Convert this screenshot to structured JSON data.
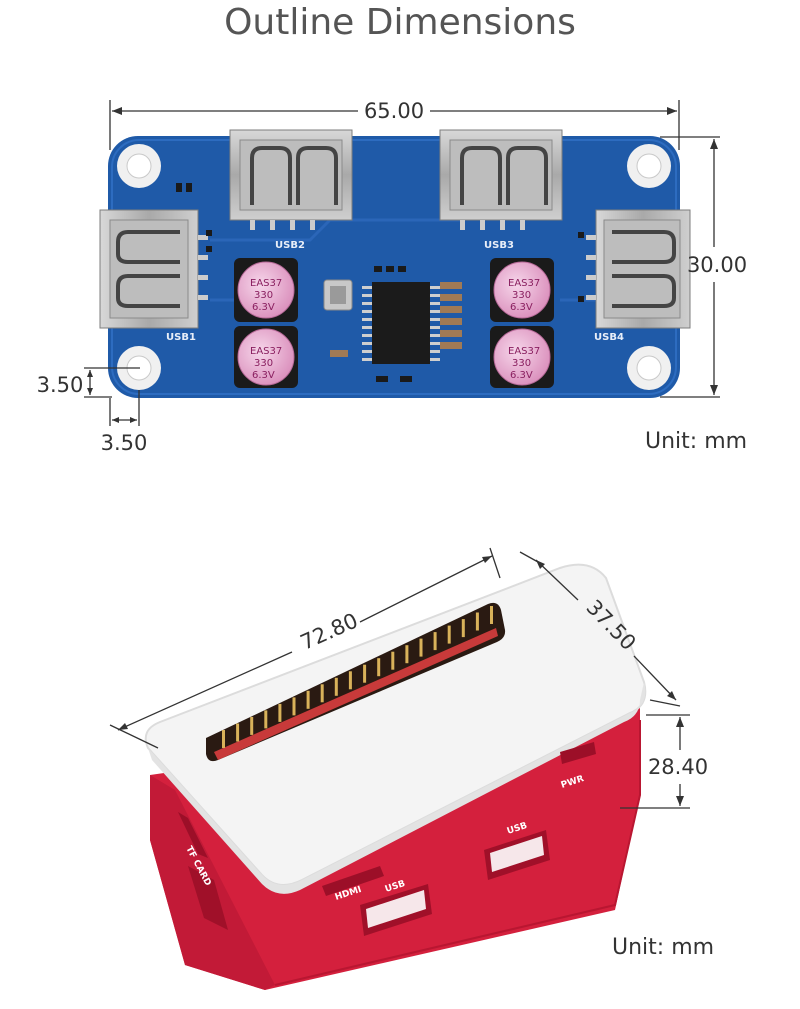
{
  "title": "Outline Dimensions",
  "top_view": {
    "dims": {
      "width": "65.00",
      "height": "30.00",
      "hole_offset_y": "3.50",
      "hole_offset_x": "3.50"
    },
    "unit_label": "Unit: mm",
    "ports": [
      "USB1",
      "USB2",
      "USB3",
      "USB4"
    ],
    "capacitor_lines": [
      "EAS37",
      "330",
      "6.3V"
    ]
  },
  "case_view": {
    "dims": {
      "length": "72.80",
      "width": "37.50",
      "height": "28.40"
    },
    "unit_label": "Unit: mm",
    "port_labels": {
      "pwr": "PWR",
      "usb_a": "USB",
      "usb_b": "USB",
      "hdmi": "HDMI",
      "tf": "TF CARD"
    }
  },
  "colors": {
    "pcb": "#1f5aa8",
    "case_base": "#d4203d",
    "case_lid": "#f4f4f4"
  }
}
